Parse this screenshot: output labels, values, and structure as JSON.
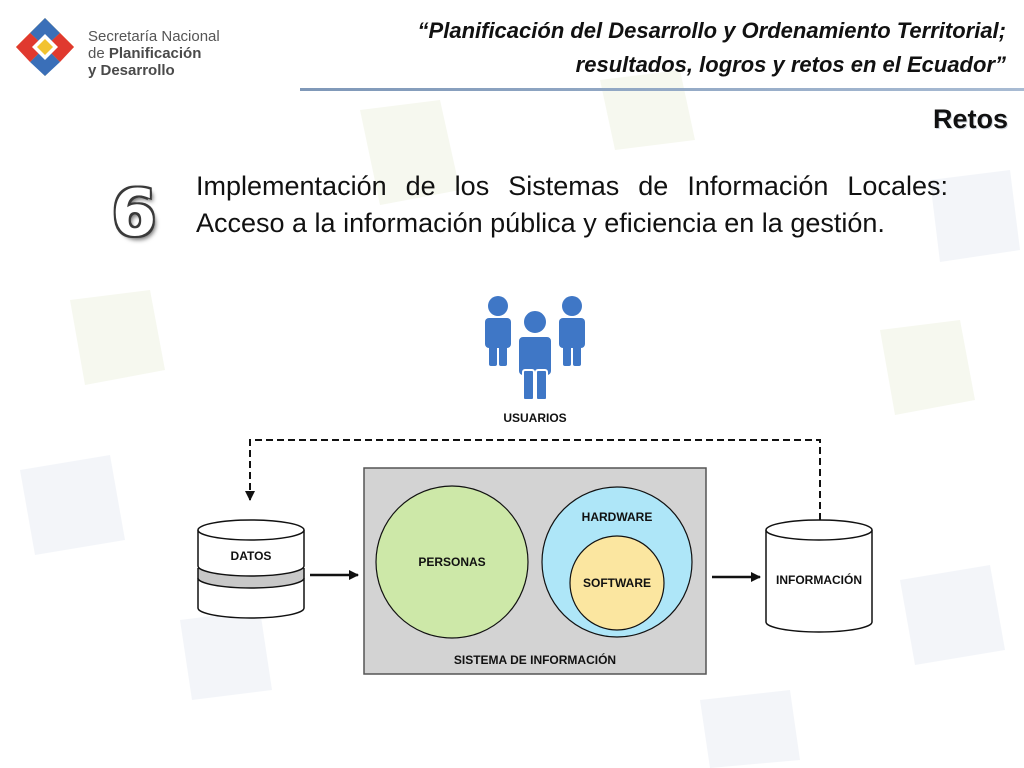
{
  "logo": {
    "line1": "Secretaría Nacional",
    "line2_prefix": "de ",
    "line2_bold": "Planificación",
    "line3": "y Desarrollo"
  },
  "header": {
    "title_line1": "“Planificación del Desarrollo y Ordenamiento Territorial;",
    "title_line2": "resultados, logros y retos en el Ecuador”",
    "section": "Retos"
  },
  "item": {
    "number": "6",
    "text": "Implementación de los Sistemas de Información Locales: Acceso a la información pública y eficiencia en la gestión."
  },
  "diagram": {
    "users_label": "USUARIOS",
    "datos_label": "DATOS",
    "personas_label": "PERSONAS",
    "hardware_label": "HARDWARE",
    "software_label": "SOFTWARE",
    "informacion_label": "INFORMACIÓN",
    "sistema_label": "SISTEMA DE INFORMACIÓN"
  },
  "colors": {
    "personas_fill": "#cde8a8",
    "hardware_fill": "#aee6f8",
    "software_fill": "#fbe6a0",
    "system_box": "#d3d3d3",
    "people_icon": "#3f77c6",
    "title_rule": "#7f98b8"
  }
}
